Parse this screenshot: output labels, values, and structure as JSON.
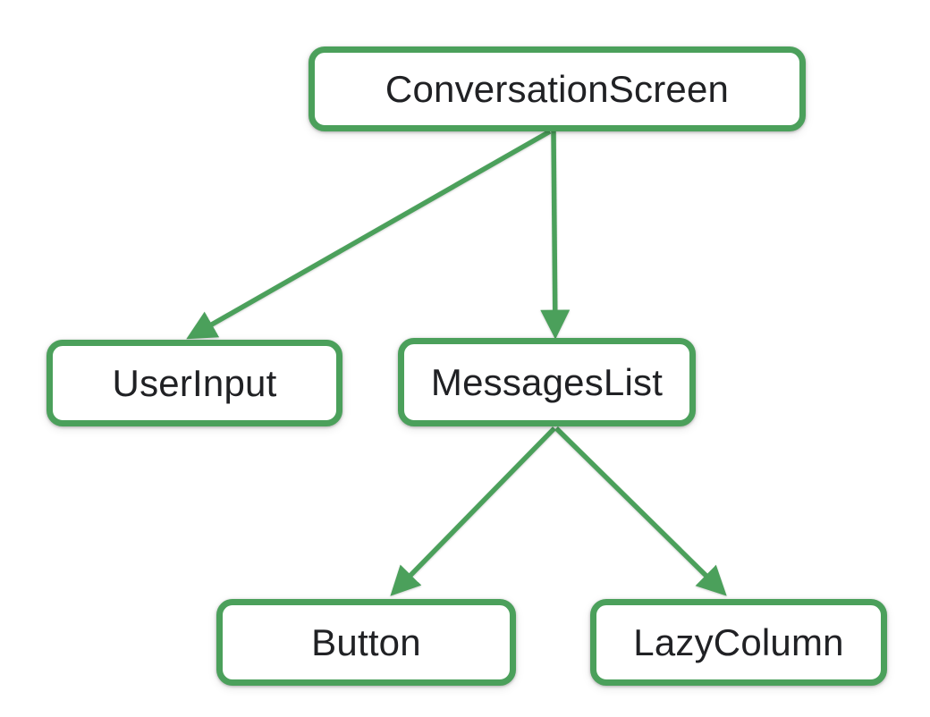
{
  "diagram": {
    "type": "tree",
    "nodes": [
      {
        "id": "conversation-screen",
        "label": "ConversationScreen"
      },
      {
        "id": "user-input",
        "label": "UserInput"
      },
      {
        "id": "messages-list",
        "label": "MessagesList"
      },
      {
        "id": "button",
        "label": "Button"
      },
      {
        "id": "lazy-column",
        "label": "LazyColumn"
      }
    ],
    "edges": [
      {
        "from": "ConversationScreen",
        "to": "UserInput"
      },
      {
        "from": "ConversationScreen",
        "to": "MessagesList"
      },
      {
        "from": "MessagesList",
        "to": "Button"
      },
      {
        "from": "MessagesList",
        "to": "LazyColumn"
      }
    ],
    "colors": {
      "accent": "#4BA05B",
      "node_fill": "#ffffff",
      "text": "#202124",
      "background": "#ffffff"
    }
  }
}
